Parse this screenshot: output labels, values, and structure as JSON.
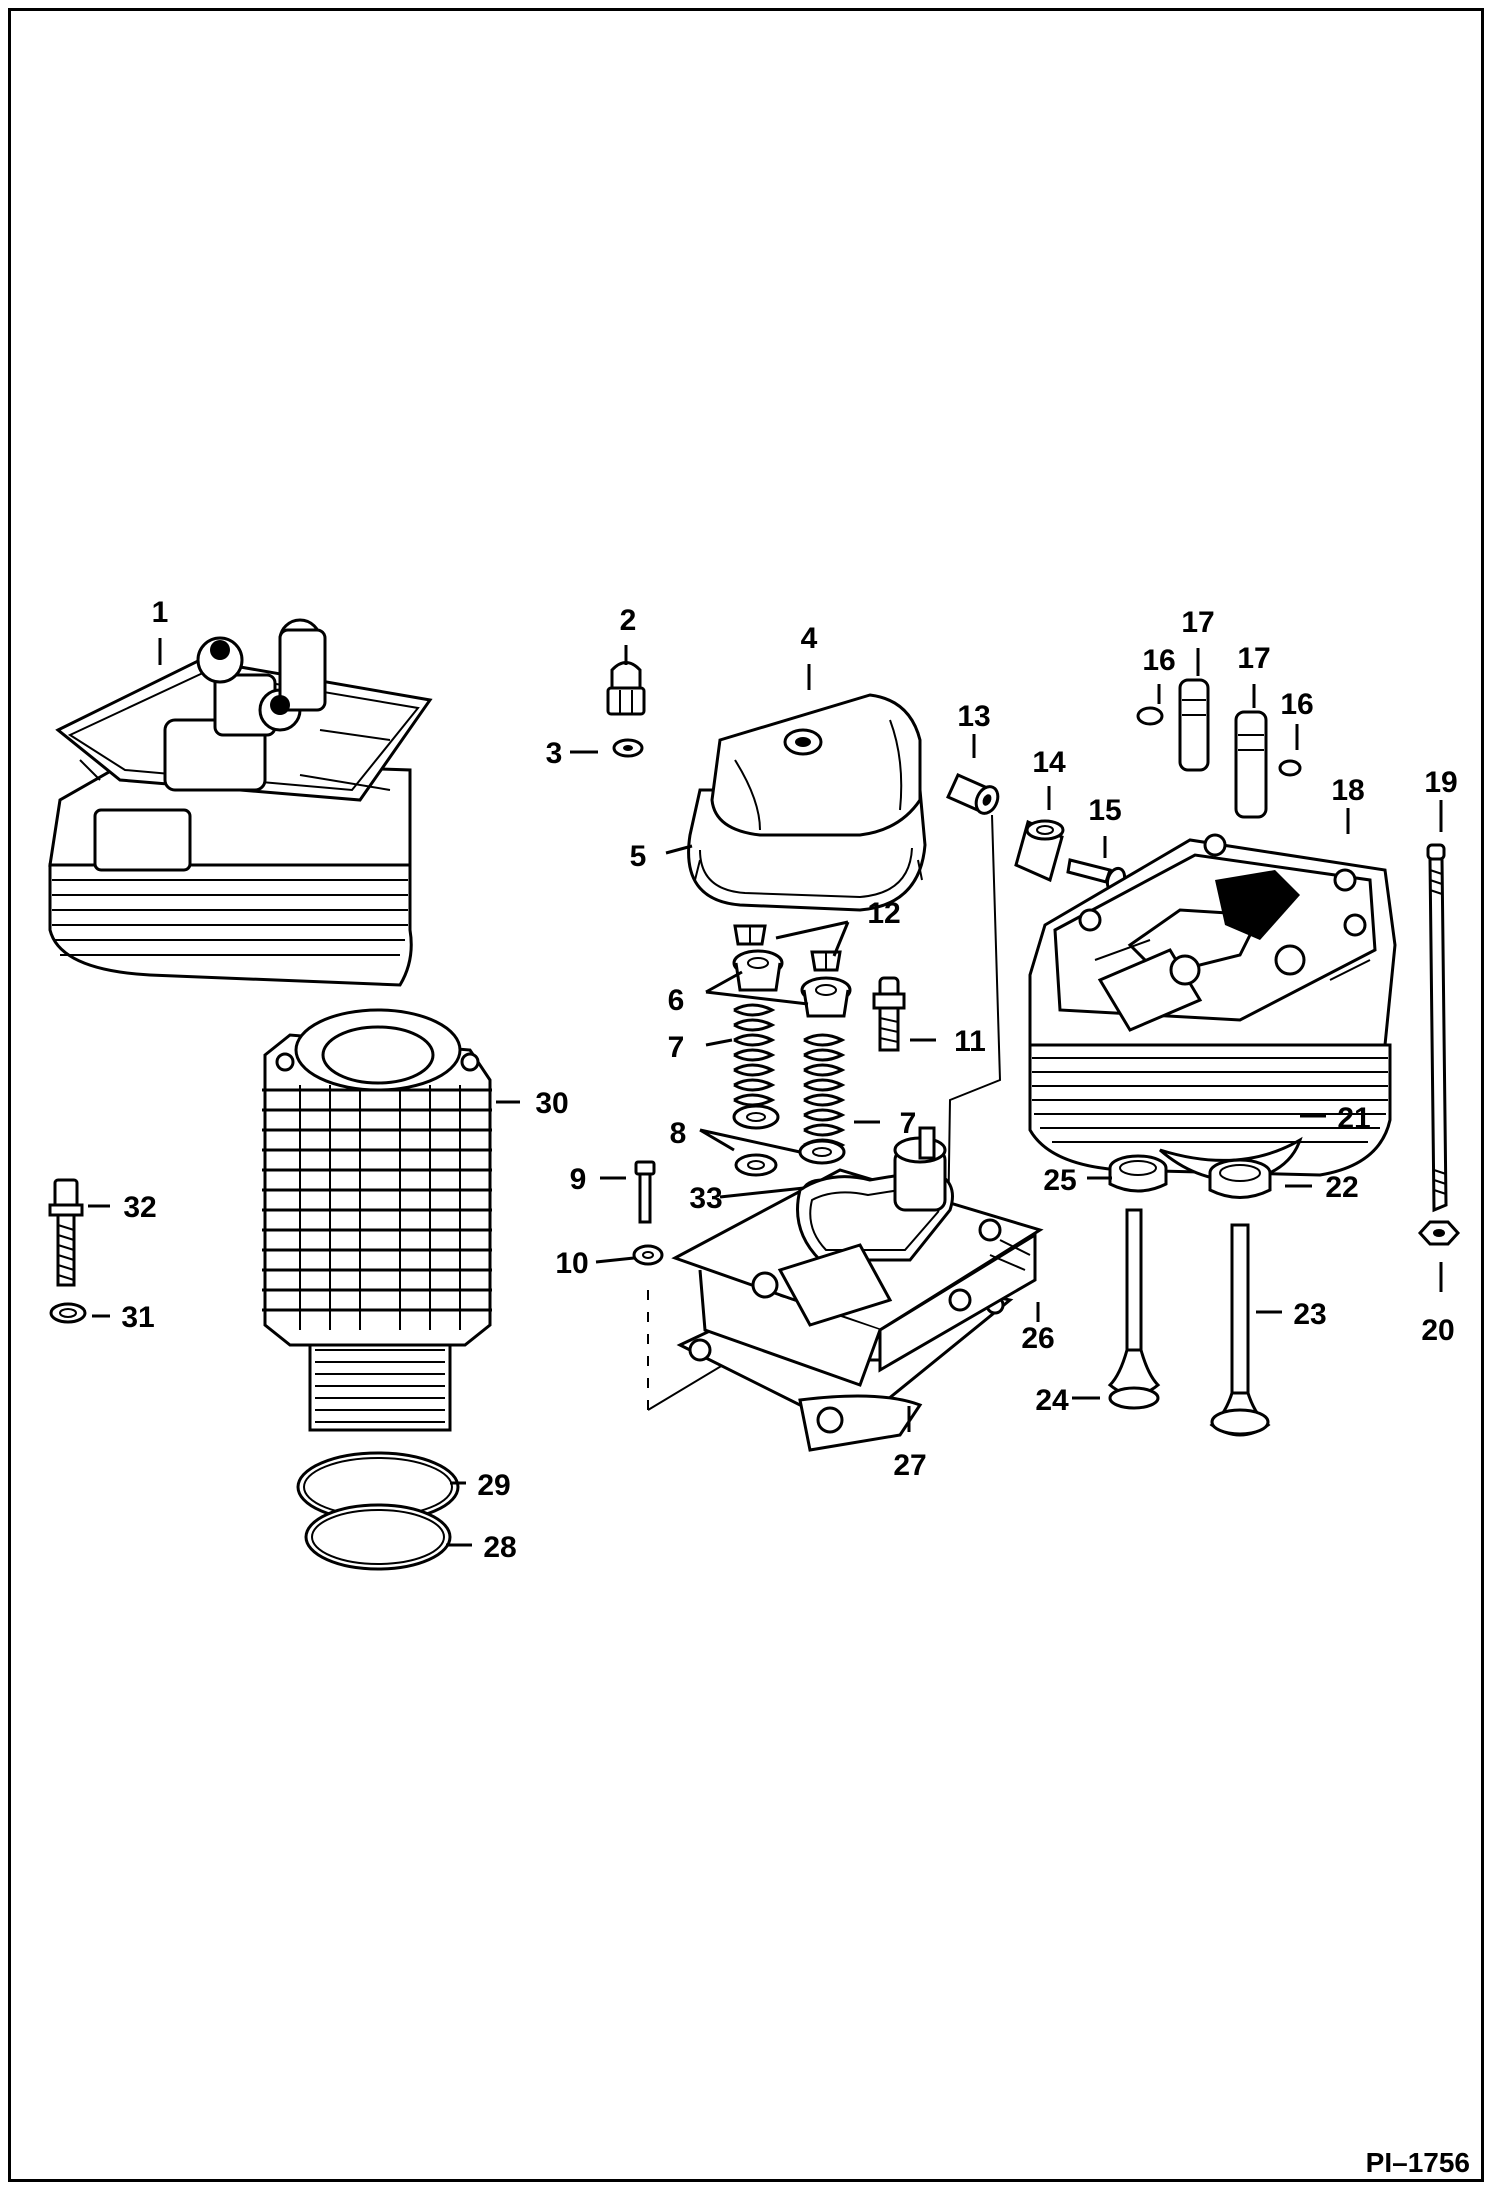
{
  "figure": {
    "code": "PI–1756",
    "callouts": [
      "1",
      "2",
      "3",
      "4",
      "5",
      "6",
      "7",
      "7",
      "8",
      "9",
      "10",
      "11",
      "12",
      "13",
      "14",
      "15",
      "16",
      "16",
      "17",
      "17",
      "18",
      "19",
      "20",
      "21",
      "22",
      "23",
      "24",
      "25",
      "26",
      "27",
      "28",
      "29",
      "30",
      "31",
      "32",
      "33"
    ]
  },
  "parts": [
    {
      "id": "part-1",
      "label": "1",
      "icon": "cylinder-head-assembly-icon"
    },
    {
      "id": "part-2",
      "label": "2",
      "icon": "cap-nut-icon"
    },
    {
      "id": "part-3",
      "label": "3",
      "icon": "washer-icon"
    },
    {
      "id": "part-4",
      "label": "4",
      "icon": "rocker-cover-icon"
    },
    {
      "id": "part-5",
      "label": "5",
      "icon": "cover-gasket-icon"
    },
    {
      "id": "part-6",
      "label": "6",
      "icon": "spring-retainer-icon"
    },
    {
      "id": "part-7",
      "label": "7",
      "icon": "valve-spring-icon"
    },
    {
      "id": "part-8",
      "label": "8",
      "icon": "spring-seat-washer-icon"
    },
    {
      "id": "part-9",
      "label": "9",
      "icon": "screw-icon"
    },
    {
      "id": "part-10",
      "label": "10",
      "icon": "washer-icon"
    },
    {
      "id": "part-11",
      "label": "11",
      "icon": "stud-icon"
    },
    {
      "id": "part-12",
      "label": "12",
      "icon": "valve-keeper-icon"
    },
    {
      "id": "part-13",
      "label": "13",
      "icon": "sleeve-icon"
    },
    {
      "id": "part-14",
      "label": "14",
      "icon": "bushing-icon"
    },
    {
      "id": "part-15",
      "label": "15",
      "icon": "screw-icon"
    },
    {
      "id": "part-16",
      "label": "16",
      "icon": "snap-ring-icon"
    },
    {
      "id": "part-17",
      "label": "17",
      "icon": "pin-icon"
    },
    {
      "id": "part-18",
      "label": "18",
      "icon": "cylinder-head-icon"
    },
    {
      "id": "part-19",
      "label": "19",
      "icon": "stud-long-icon"
    },
    {
      "id": "part-20",
      "label": "20",
      "icon": "nut-icon"
    },
    {
      "id": "part-21",
      "label": "21",
      "icon": "head-gasket-icon"
    },
    {
      "id": "part-22",
      "label": "22",
      "icon": "valve-seat-insert-icon"
    },
    {
      "id": "part-23",
      "label": "23",
      "icon": "valve-icon"
    },
    {
      "id": "part-24",
      "label": "24",
      "icon": "valve-icon"
    },
    {
      "id": "part-25",
      "label": "25",
      "icon": "valve-seat-insert-icon"
    },
    {
      "id": "part-26",
      "label": "26",
      "icon": "rocker-housing-icon"
    },
    {
      "id": "part-27",
      "label": "27",
      "icon": "housing-gasket-icon"
    },
    {
      "id": "part-28",
      "label": "28",
      "icon": "o-ring-icon"
    },
    {
      "id": "part-29",
      "label": "29",
      "icon": "o-ring-icon"
    },
    {
      "id": "part-30",
      "label": "30",
      "icon": "finned-cylinder-icon"
    },
    {
      "id": "part-31",
      "label": "31",
      "icon": "washer-icon"
    },
    {
      "id": "part-32",
      "label": "32",
      "icon": "bolt-icon"
    },
    {
      "id": "part-33",
      "label": "33",
      "icon": "valve-stem-seal-icon"
    }
  ]
}
